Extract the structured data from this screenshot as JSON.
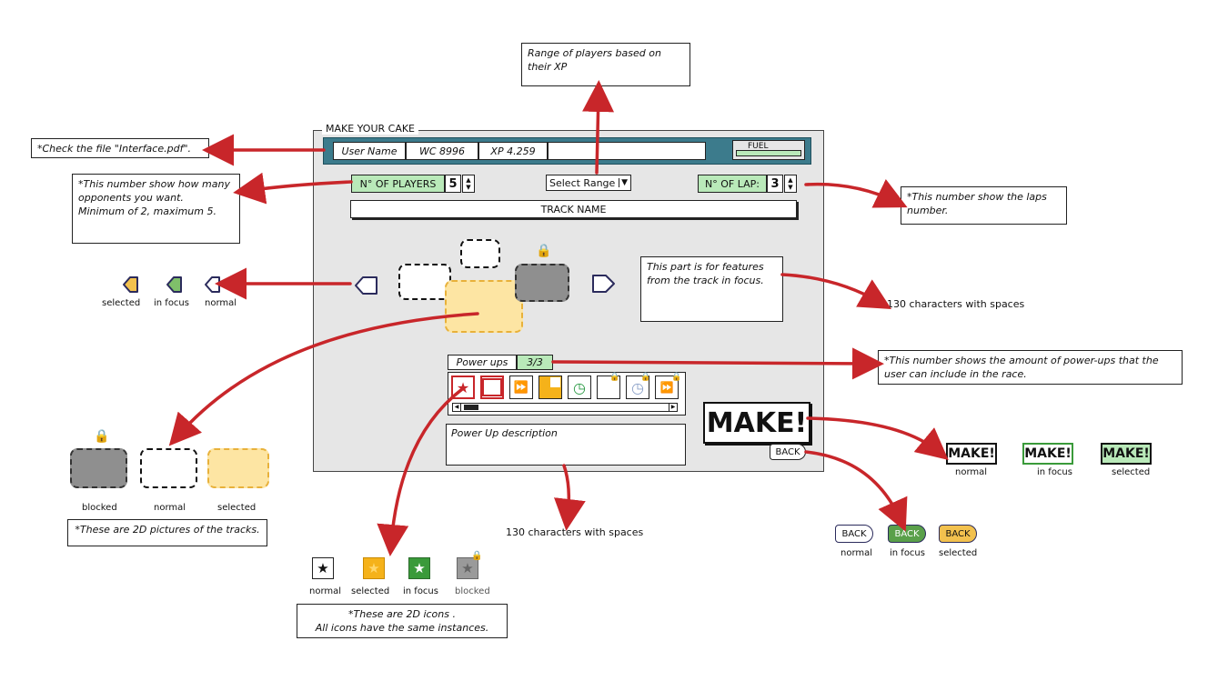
{
  "panel": {
    "title": "MAKE YOUR CAKE",
    "user_name": "User Name",
    "wc": "WC 8996",
    "xp": "XP 4.259",
    "fuel_label": "FUEL",
    "players_label": "N° OF PLAYERS",
    "players_value": "5",
    "select_range": "Select Range",
    "laps_label": "N° OF LAP:",
    "laps_value": "3",
    "track_name": "TRACK NAME",
    "features_text": "This part is for features from the track in focus.",
    "powerups_label": "Power ups",
    "powerups_count": "3/3",
    "powerup_description": "Power Up description",
    "make_label": "MAKE!",
    "back_label": "BACK"
  },
  "notes": {
    "range_note": "Range of players based on their XP",
    "interface_note": "*Check the file \"Interface.pdf\".",
    "opponents_note_1": "*This number show how many opponents you want.",
    "opponents_note_2": "Minimum of 2, maximum 5.",
    "laps_note": "*This number show the laps number.",
    "features_chars": "130 characters with spaces",
    "powerups_note": "*This number shows the amount of power-ups that the user can include in the race.",
    "description_chars": "130 characters with spaces",
    "tracks_note": "*These are 2D pictures of the tracks.",
    "icons_note_1": "*These are 2D icons .",
    "icons_note_2": "All icons have the same instances."
  },
  "arrow_states": {
    "selected": "selected",
    "in_focus": "in focus",
    "normal": "normal",
    "colors": {
      "selected": "#f2c14e",
      "in_focus": "#7fbf6a",
      "normal": "#ffffff"
    }
  },
  "track_states": {
    "blocked": "blocked",
    "normal": "normal",
    "selected": "selected"
  },
  "icon_states": {
    "normal": "normal",
    "selected": "selected",
    "in_focus": "in focus",
    "blocked": "blocked"
  },
  "make_states": {
    "label": "MAKE!",
    "normal": "normal",
    "in_focus": "in focus",
    "selected": "selected"
  },
  "back_states": {
    "label": "BACK",
    "normal": "normal",
    "in_focus": "in focus",
    "selected": "selected"
  },
  "colors": {
    "arrow_red": "#c8262a",
    "user_bar": "#3c7b8c",
    "green_field": "#b9e9b9",
    "selected_yellow": "#fde5a3",
    "in_focus_green": "#5aa04a"
  },
  "icons": [
    "star-icon",
    "square-icon",
    "fast-forward-icon",
    "checker-flag-icon",
    "clock-icon",
    "lock-icon"
  ]
}
